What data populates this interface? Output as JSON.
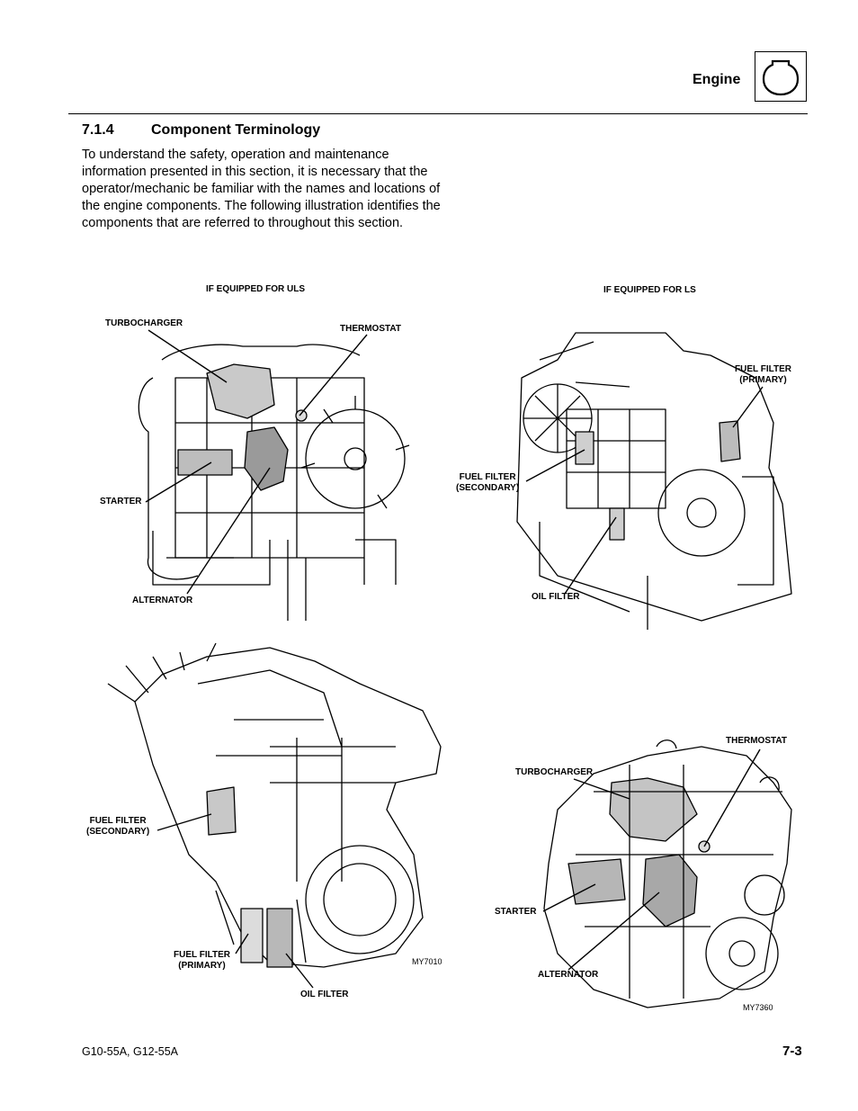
{
  "header": {
    "chapter_title": "Engine",
    "chapter_icon": "engine-outline-icon"
  },
  "section": {
    "number": "7.1.4",
    "title": "Component Terminology",
    "body": "To understand the safety, operation and maintenance information presented in this section, it is necessary that the operator/mechanic be familiar with the names and locations of the engine components. The following illustration identifies the components that are referred to throughout this section."
  },
  "figures": {
    "uls": {
      "caption": "IF EQUIPPED FOR ULS",
      "labels": {
        "turbocharger": "TURBOCHARGER",
        "thermostat": "THERMOSTAT",
        "starter": "STARTER",
        "alternator": "ALTERNATOR"
      }
    },
    "ls": {
      "caption": "IF EQUIPPED FOR LS",
      "labels": {
        "fuel_filter_primary_1": "FUEL FILTER",
        "fuel_filter_primary_2": "(PRIMARY)",
        "fuel_filter_secondary_1": "FUEL FILTER",
        "fuel_filter_secondary_2": "(SECONDARY)",
        "oil_filter": "OIL FILTER"
      }
    },
    "uls_rear": {
      "labels": {
        "fuel_filter_secondary_1": "FUEL FILTER",
        "fuel_filter_secondary_2": "(SECONDARY)",
        "fuel_filter_primary_1": "FUEL FILTER",
        "fuel_filter_primary_2": "(PRIMARY)",
        "oil_filter": "OIL FILTER"
      },
      "code": "MY7010"
    },
    "ls_front": {
      "labels": {
        "thermostat": "THERMOSTAT",
        "turbocharger": "TURBOCHARGER",
        "starter": "STARTER",
        "alternator": "ALTERNATOR"
      },
      "code": "MY7360"
    }
  },
  "footer": {
    "models": "G10-55A, G12-55A",
    "page": "7-3"
  }
}
